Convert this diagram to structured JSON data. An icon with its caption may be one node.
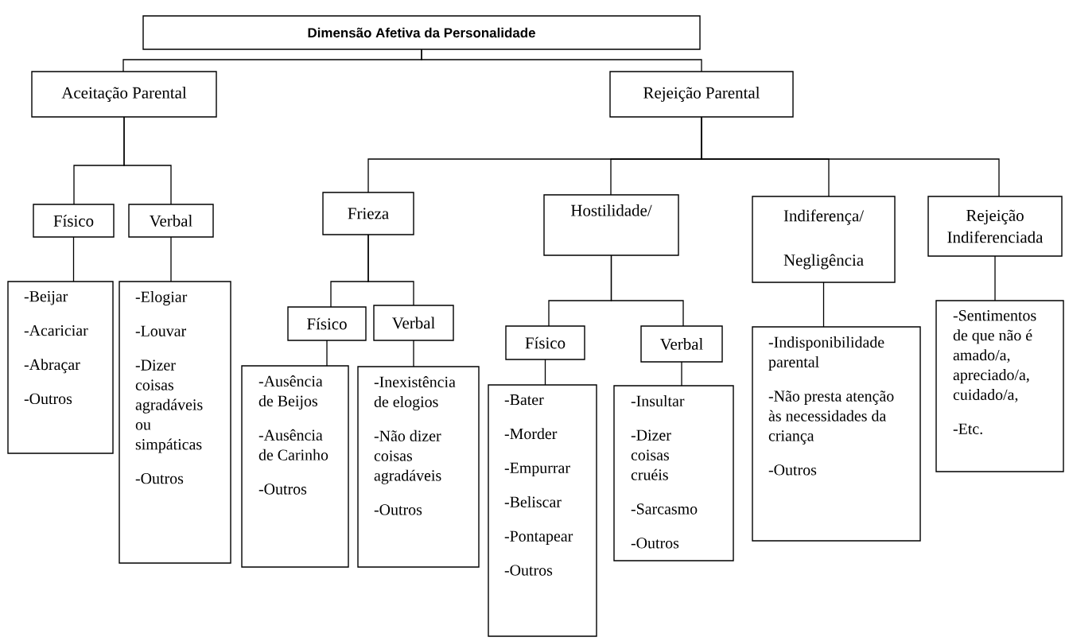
{
  "diagram": {
    "nodes": [
      {
        "text": [
          "Dimensão Afetiva da Personalidade"
        ]
      },
      {
        "text": [
          "Aceitação Parental"
        ]
      },
      {
        "text": [
          "Rejeição Parental"
        ]
      },
      {
        "text": [
          "Físico"
        ]
      },
      {
        "text": [
          "Verbal"
        ]
      },
      {
        "text": [
          "Frieza"
        ]
      },
      {
        "text": [
          "Hostilidade/"
        ]
      },
      {
        "text": [
          "Indiferença/ Negligência"
        ]
      },
      {
        "text": [
          "Rejeição Indiferenciada"
        ]
      },
      {
        "text": [
          "Físico"
        ]
      },
      {
        "text": [
          "Verbal"
        ]
      },
      {
        "text": [
          "Físico"
        ]
      },
      {
        "text": [
          "Verbal"
        ]
      },
      {
        "text": [
          "-Beijar",
          "-Acariciar",
          "-Abraçar",
          "-Outros"
        ]
      },
      {
        "text": [
          "-Elogiar",
          "-Louvar",
          "-Dizer coisas agradáveis ou simpáticas",
          "-Outros"
        ]
      },
      {
        "text": [
          "-Ausência de Beijos",
          "-Ausência de Carinho",
          "-Outros"
        ]
      },
      {
        "text": [
          "-Inexistência de elogios",
          "-Não dizer coisas agradáveis",
          "-Outros"
        ]
      },
      {
        "text": [
          "-Bater",
          "-Morder",
          "-Empurrar",
          "-Beliscar",
          "-Pontapear",
          "-Outros"
        ]
      },
      {
        "text": [
          "-Insultar",
          "-Dizer coisas cruéis",
          "-Sarcasmo",
          "-Outros"
        ]
      },
      {
        "text": [
          "-Indisponibilidade parental",
          "-Não presta atenção às necessidades da criança",
          "-Outros"
        ]
      },
      {
        "text": [
          "-Sentimentos de que não é amado/a, apreciado/a, cuidado/a,",
          "-Etc."
        ]
      }
    ],
    "edges": [
      {
        "from": 0,
        "to": 1,
        "arrow": "none"
      },
      {
        "from": 0,
        "to": 2,
        "arrow": "none"
      },
      {
        "from": 1,
        "to": 3,
        "arrow": "none"
      },
      {
        "from": 1,
        "to": 4,
        "arrow": "none"
      },
      {
        "from": 2,
        "to": 5,
        "arrow": "none"
      },
      {
        "from": 2,
        "to": 6,
        "arrow": "none"
      },
      {
        "from": 2,
        "to": 7,
        "arrow": "none"
      },
      {
        "from": 2,
        "to": 8,
        "arrow": "none"
      },
      {
        "from": 5,
        "to": 9,
        "arrow": "none"
      },
      {
        "from": 5,
        "to": 10,
        "arrow": "none"
      },
      {
        "from": 6,
        "to": 11,
        "arrow": "none"
      },
      {
        "from": 6,
        "to": 12,
        "arrow": "none"
      },
      {
        "from": 3,
        "to": 13,
        "arrow": "none"
      },
      {
        "from": 4,
        "to": 14,
        "arrow": "none"
      },
      {
        "from": 9,
        "to": 15,
        "arrow": "none"
      },
      {
        "from": 10,
        "to": 16,
        "arrow": "none"
      },
      {
        "from": 11,
        "to": 17,
        "arrow": "none"
      },
      {
        "from": 12,
        "to": 18,
        "arrow": "none"
      },
      {
        "from": 7,
        "to": 19,
        "arrow": "none"
      },
      {
        "from": 8,
        "to": 20,
        "arrow": "none"
      }
    ]
  }
}
